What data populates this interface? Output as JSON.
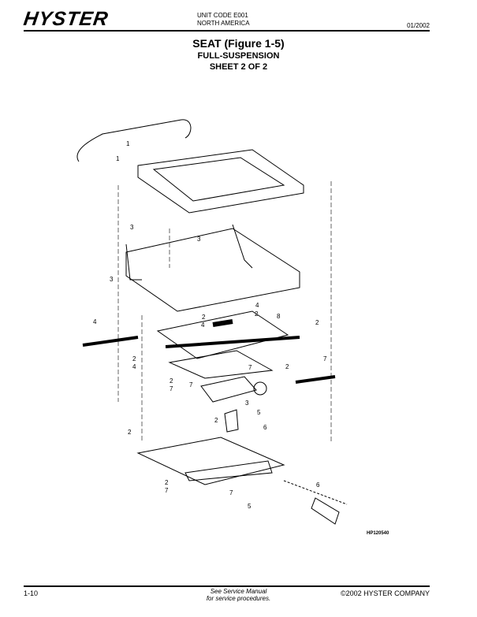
{
  "header": {
    "logo": "HYSTER",
    "unit_code": "UNIT CODE E001",
    "region": "NORTH AMERICA",
    "date": "01/2002"
  },
  "title": {
    "main": "SEAT (Figure 1-5)",
    "sub1": "FULL-SUSPENSION",
    "sub2": "SHEET 2 OF 2"
  },
  "figure": {
    "id": "HP120540",
    "callouts": [
      "1",
      "1",
      "3",
      "3",
      "3",
      "4",
      "2",
      "4",
      "2",
      "8",
      "2",
      "4",
      "2",
      "4",
      "7",
      "2",
      "7",
      "2",
      "7",
      "7",
      "3",
      "5",
      "6",
      "2",
      "2",
      "2",
      "7",
      "7",
      "5",
      "6"
    ]
  },
  "footer": {
    "page": "1-10",
    "note1": "See Service Manual",
    "note2": "for service procedures.",
    "copyright": "©2002 HYSTER COMPANY"
  }
}
